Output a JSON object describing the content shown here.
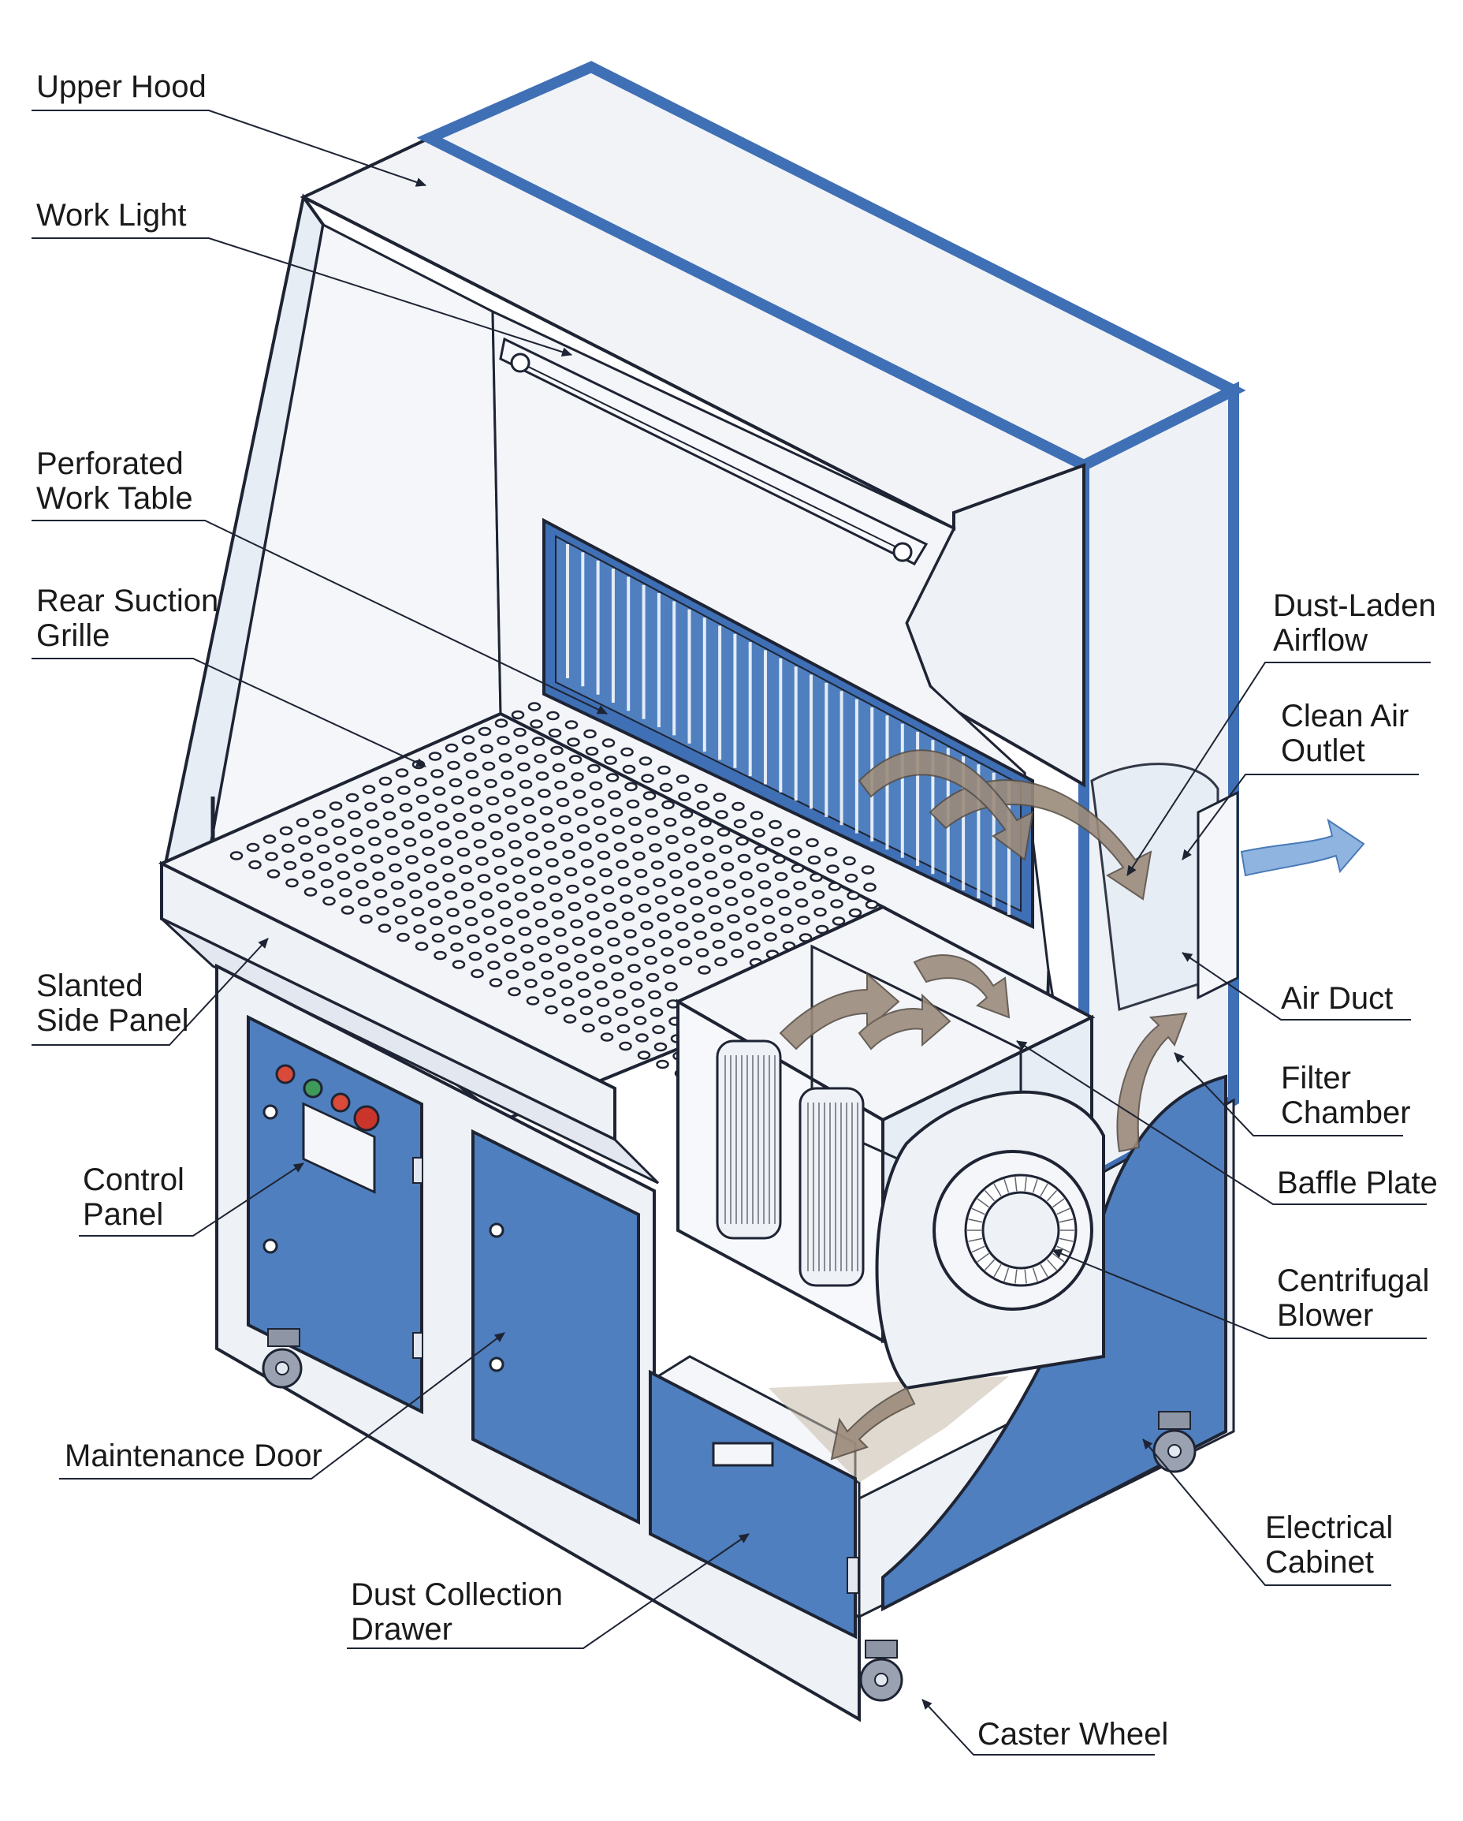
{
  "colors": {
    "panel_blue": "#4f7fbf",
    "frame_blue": "#3f6fb5",
    "housing_light": "#eef1f6",
    "hood_light": "#f1f3f7",
    "outline": "#1e2433",
    "dust_arrow": "#9b8b7b",
    "clean_arrow": "#8fb4e0",
    "glass": "#e7edf5"
  },
  "labels": {
    "upper_hood": "Upper Hood",
    "work_light": "Work Light",
    "perforated_work_table": [
      "Perforated",
      "Work Table"
    ],
    "rear_suction_grille": [
      "Rear Suction",
      "Grille"
    ],
    "slanted_side_panel": [
      "Slanted",
      "Side Panel"
    ],
    "control_panel": [
      "Control",
      "Panel"
    ],
    "maintenance_door": "Maintenance Door",
    "dust_collection_drawer": [
      "Dust Collection",
      "Drawer"
    ],
    "dust_laden_airflow": [
      "Dust-Laden",
      "Airflow"
    ],
    "clean_air_outlet": [
      "Clean Air",
      "Outlet"
    ],
    "air_duct": "Air Duct",
    "filter_chamber": [
      "Filter",
      "Chamber"
    ],
    "baffle_plate": "Baffle Plate",
    "centrifugal_blower": [
      "Centrifugal",
      "Blower"
    ],
    "electrical_cabinet": [
      "Electrical",
      "Cabinet"
    ],
    "caster_wheel": "Caster Wheel"
  }
}
